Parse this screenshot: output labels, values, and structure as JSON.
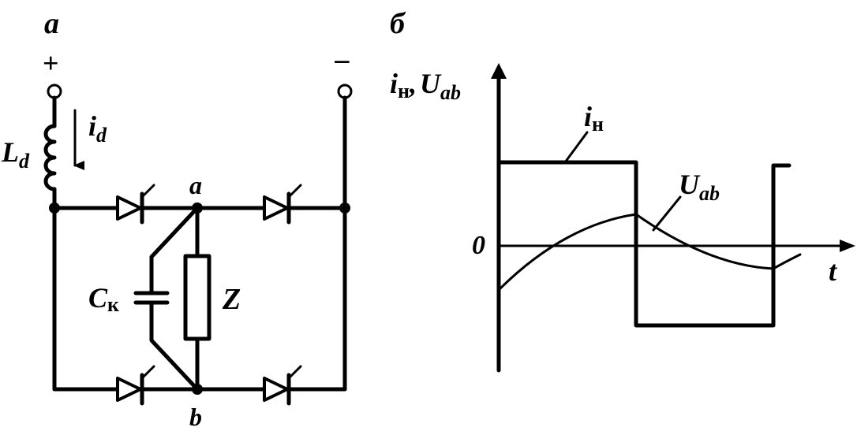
{
  "panel_a": {
    "letter": "а",
    "plus": "+",
    "minus": "−",
    "ld_main": "L",
    "ld_sub": "d",
    "id_main": "i",
    "id_sub": "d",
    "node_a": "a",
    "node_b": "b",
    "ck_main": "C",
    "ck_sub": "к",
    "z": "Z"
  },
  "panel_b": {
    "letter": "б",
    "yaxis_i": "i",
    "yaxis_i_sub": "н",
    "yaxis_comma": ",",
    "yaxis_u": "U",
    "yaxis_u_sub": "ab",
    "zero": "0",
    "t": "t",
    "curve_i_main": "i",
    "curve_i_sub": "н",
    "curve_u_main": "U",
    "curve_u_sub": "ab"
  }
}
